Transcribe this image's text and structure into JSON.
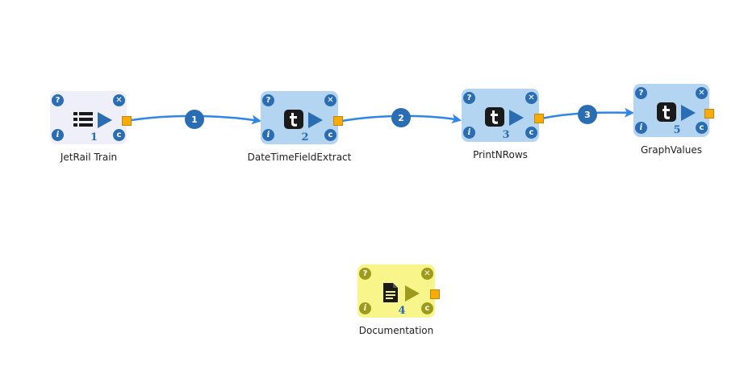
{
  "canvas": {
    "background": "#ffffff"
  },
  "nodes": [
    {
      "id": "jetrail",
      "label": "JetRail Train",
      "number": "1",
      "theme": "plain",
      "icon": "list-icon"
    },
    {
      "id": "datetime",
      "label": "DateTimeFieldExtract",
      "number": "2",
      "theme": "blue",
      "icon": "t-icon"
    },
    {
      "id": "printn",
      "label": "PrintNRows",
      "number": "3",
      "theme": "blue",
      "icon": "t-icon"
    },
    {
      "id": "graph",
      "label": "GraphValues",
      "number": "5",
      "theme": "blue",
      "icon": "t-icon"
    },
    {
      "id": "docs",
      "label": "Documentation",
      "number": "4",
      "theme": "yellow",
      "icon": "document-icon"
    }
  ],
  "controls": {
    "help": "?",
    "close": "✕",
    "info": "i",
    "config": "c"
  },
  "edges": [
    {
      "from": "jetrail",
      "to": "datetime",
      "label": "1"
    },
    {
      "from": "datetime",
      "to": "printn",
      "label": "2"
    },
    {
      "from": "printn",
      "to": "graph",
      "label": "3"
    }
  ],
  "colors": {
    "edge": "#2e86e8",
    "badge": "#2a6db3",
    "port": "#f8ac0a",
    "node_plain": "#eeeff8",
    "node_blue": "#b3d5f1",
    "node_yellow": "#f8f68a"
  }
}
